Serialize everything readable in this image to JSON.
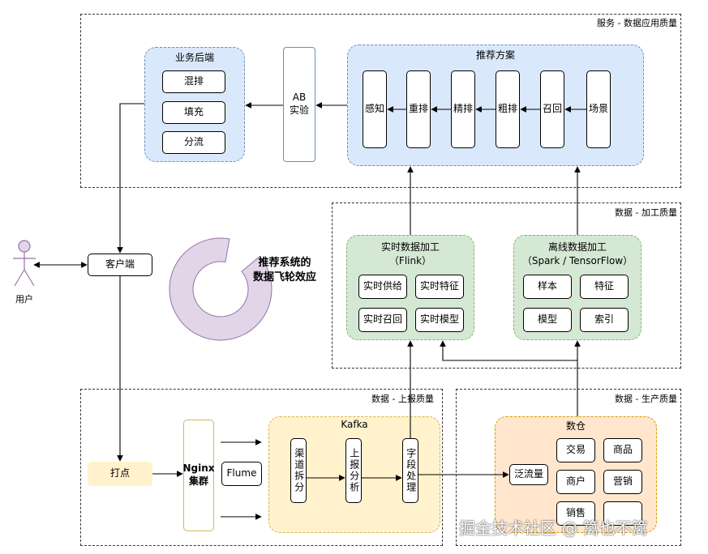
{
  "regions": {
    "service": "服务 - 数据应用质量",
    "process": "数据 - 加工质量",
    "report": "数据 - 上报质量",
    "production": "数据 - 生产质量"
  },
  "backend": {
    "title": "业务后端",
    "items": [
      "混排",
      "填充",
      "分流"
    ]
  },
  "ab": {
    "line1": "AB",
    "line2": "实验"
  },
  "recommend": {
    "title": "推荐方案",
    "items": [
      "感知",
      "重排",
      "精排",
      "粗排",
      "召回",
      "场景"
    ]
  },
  "realtime": {
    "title": "实时数据加工",
    "subtitle": "（Flink）",
    "items": [
      "实时供给",
      "实时特征",
      "实时召回",
      "实时模型"
    ]
  },
  "offline": {
    "title": "离线数据加工",
    "subtitle": "（Spark / TensorFlow）",
    "items": [
      "样本",
      "特征",
      "模型",
      "索引"
    ]
  },
  "user": {
    "label": "用户"
  },
  "client": {
    "label": "客户端"
  },
  "flywheel": {
    "line1": "推荐系统的",
    "line2": "数据飞轮效应",
    "ring_color": "#e1d5e7"
  },
  "report_flow": {
    "tracking": "打点",
    "nginx": "Nginx\n集群",
    "flume": "Flume"
  },
  "kafka": {
    "title": "Kafka",
    "items": [
      "渠道拆分",
      "上报分析",
      "字段处理"
    ]
  },
  "warehouse": {
    "title": "数仓",
    "source": "泛流量",
    "items": [
      "交易",
      "商品",
      "商户",
      "营销",
      "销售",
      ""
    ]
  },
  "watermark": "掘金技术社区 @ 篱也不篱"
}
